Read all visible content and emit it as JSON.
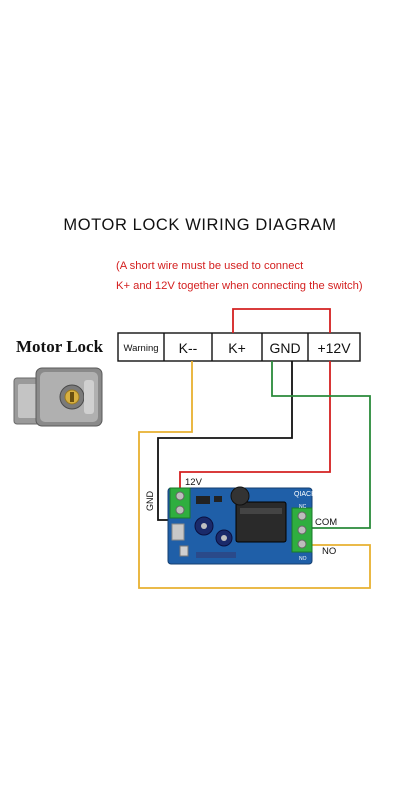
{
  "title": "MOTOR LOCK WIRING DIAGRAM",
  "note": {
    "line1": "(A short wire must be used to connect",
    "line2": "K+ and 12V together when connecting the switch)"
  },
  "lock": {
    "label": "Motor Lock"
  },
  "terminal_block": {
    "cells": [
      "Warning",
      "K--",
      "K+",
      "GND",
      "+12V"
    ]
  },
  "board": {
    "brand": "QIACHIP",
    "power_label": "12V",
    "gnd_label": "GND",
    "relay_nc": "NC",
    "relay_no_small": "NO",
    "com_label": "COM",
    "no_label": "NO"
  },
  "colors": {
    "red_wire": "#d42020",
    "black_wire": "#111111",
    "green_wire": "#2a8a3a",
    "yellow_wire": "#e8b030",
    "board": "#1f5fa8",
    "terminal": "#2fae3f"
  }
}
